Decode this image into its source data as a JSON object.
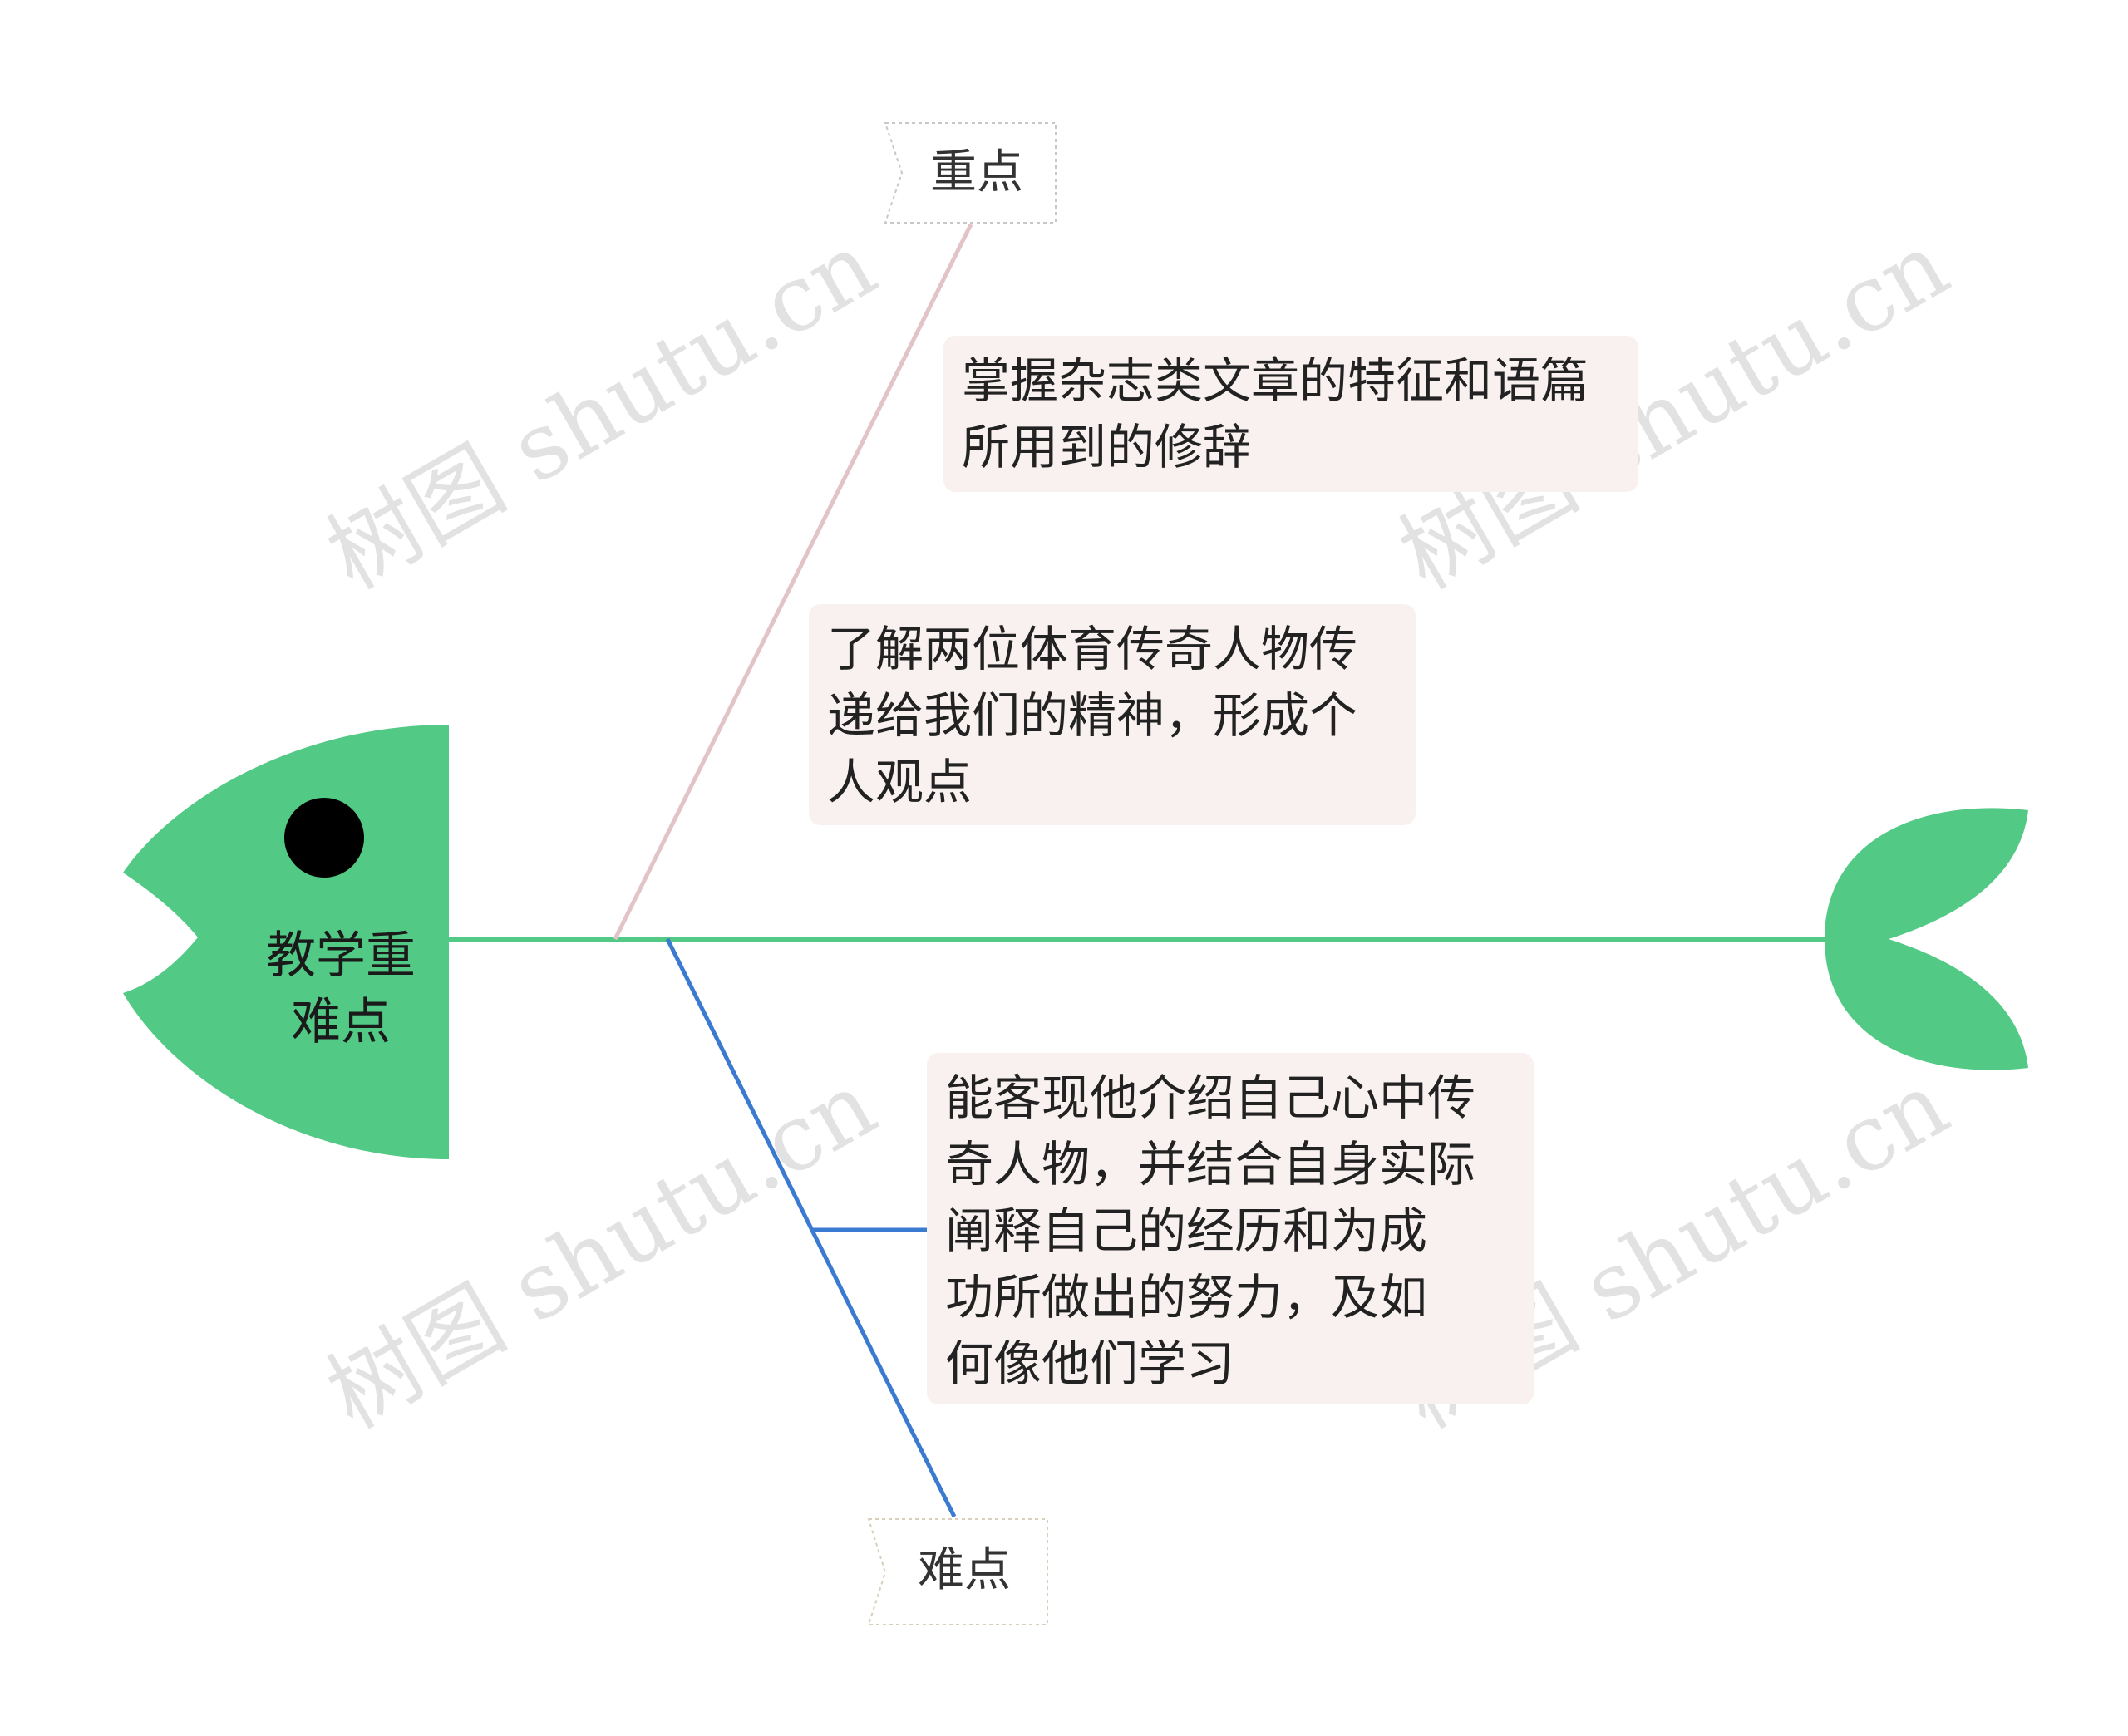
{
  "root": {
    "label": "教学重\n难点"
  },
  "branches": [
    {
      "label": "重点",
      "color": "#e2c4c7",
      "items": [
        "掌握杂志类文章的特征和语篇\n所用到的修辞",
        "了解两位体育传奇人物传\n递给我们的精神，形成个\n人观点"
      ]
    },
    {
      "label": "难点",
      "color": "#3b7ad1",
      "items": [
        "能客现他介绍自己心中传\n奇人物，并结合自身实际\n阐释自己的经历和为成\n功所做出的努力，及如\n何像他们学习"
      ]
    }
  ],
  "watermark": "树图 shutu.cn",
  "colors": {
    "fish": "#52c985",
    "spine": "#52c985",
    "eye": "#000000",
    "box_bg": "#f8f1f0"
  }
}
